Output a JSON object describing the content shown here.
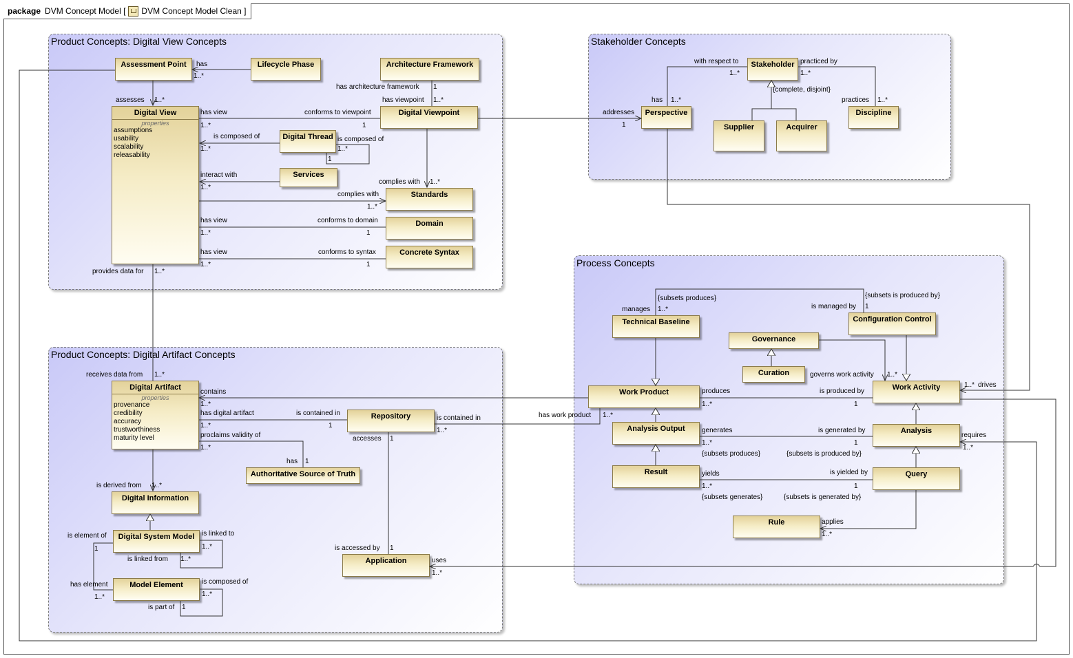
{
  "header": {
    "keyword": "package",
    "model_name": "DVM Concept Model",
    "diagram_name": "DVM Concept Model Clean",
    "icon": "diagram-icon"
  },
  "packages": {
    "digital_view": "Product Concepts: Digital View Concepts",
    "stakeholder": "Stakeholder Concepts",
    "process": "Process Concepts",
    "digital_artifact": "Product Concepts: Digital Artifact Concepts"
  },
  "classes": {
    "assessment_point": "Assessment Point",
    "lifecycle_phase": "Lifecycle Phase",
    "architecture_framework": "Architecture Framework",
    "digital_view": "Digital View",
    "digital_viewpoint": "Digital Viewpoint",
    "digital_thread": "Digital Thread",
    "services": "Services",
    "standards": "Standards",
    "domain": "Domain",
    "concrete_syntax": "Concrete Syntax",
    "stakeholder": "Stakeholder",
    "perspective": "Perspective",
    "discipline": "Discipline",
    "supplier": "Supplier",
    "acquirer": "Acquirer",
    "technical_baseline": "Technical Baseline",
    "configuration_control": "Configuration Control",
    "governance": "Governance",
    "curation": "Curation",
    "work_product": "Work Product",
    "work_activity": "Work Activity",
    "analysis_output": "Analysis Output",
    "analysis": "Analysis",
    "result": "Result",
    "query": "Query",
    "rule": "Rule",
    "digital_artifact": "Digital Artifact",
    "repository": "Repository",
    "authoritative_source": "Authoritative Source of Truth",
    "digital_information": "Digital Information",
    "digital_system_model": "Digital System Model",
    "model_element": "Model Element",
    "application": "Application"
  },
  "stereotype": "properties",
  "digital_view_props": [
    "assumptions",
    "usability",
    "scalability",
    "releasability"
  ],
  "digital_artifact_props": [
    "provenance",
    "credibility",
    "accuracy",
    "trustworthiness",
    "maturity level"
  ],
  "labels": [
    "has",
    "1..*",
    "assesses",
    "1..*",
    "has architecture framework",
    "1",
    "has viewpoint",
    "1..*",
    "has view",
    "1..*",
    "conforms to viewpoint",
    "1",
    "is composed of",
    "1..*",
    "is composed of",
    "1..*",
    "1",
    "interact with",
    "1..*",
    "complies with",
    "1..*",
    "complies with",
    "1..*",
    "has view",
    "1..*",
    "conforms to domain",
    "1",
    "has view",
    "1..*",
    "conforms to syntax",
    "1",
    "provides data for",
    "1..*",
    "with respect to",
    "1..*",
    "practiced by",
    "1..*",
    "{complete, disjoint}",
    "has",
    "1..*",
    "addresses",
    "1",
    "practices",
    "1..*",
    "manages",
    "1..*",
    "{subsets produces}",
    "{subsets is produced by}",
    "is managed by",
    "1",
    "governs work activity",
    "1..*",
    "1..*",
    "drives",
    "produces",
    "1..*",
    "is produced by",
    "1",
    "has work product",
    "1..*",
    "generates",
    "1..*",
    "{subsets produces}",
    "is generated by",
    "1",
    "{subsets is produced by}",
    "requires",
    "1..*",
    "yields",
    "1..*",
    "{subsets generates}",
    "is yielded by",
    "1",
    "{subsets is generated by}",
    "applies",
    "1..*",
    "receives data from",
    "1..*",
    "contains",
    "1..*",
    "has digital artifact",
    "1..*",
    "is contained in",
    "1",
    "is contained in",
    "1..*",
    "accesses",
    "1",
    "proclaims validity of",
    "1..*",
    "has",
    "1",
    "is derived from",
    "1..*",
    "is element of",
    "1",
    "is linked to",
    "1..*",
    "is linked from",
    "1..*",
    "has element",
    "1..*",
    "is composed of",
    "1..*",
    "is part of",
    "1",
    "is accessed by",
    "1",
    "uses",
    "1..*"
  ]
}
